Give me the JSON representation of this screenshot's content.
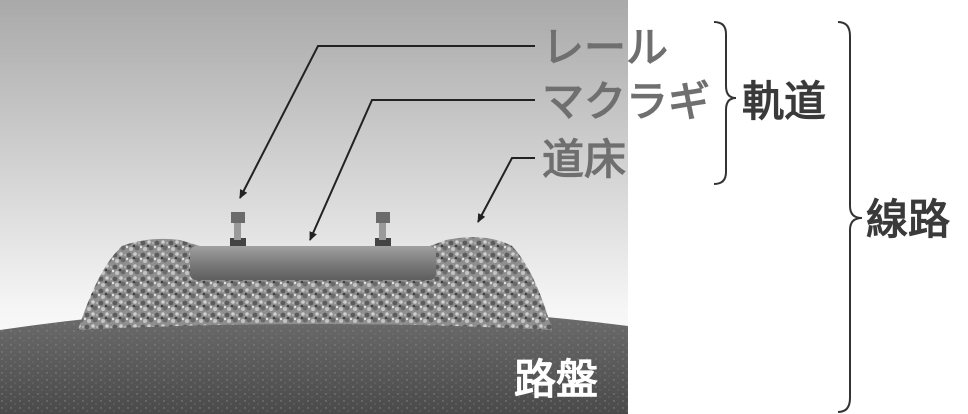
{
  "labels": {
    "rail": "レール",
    "sleeper": "マクラギ",
    "ballast": "道床",
    "track": "軌道",
    "railway_line": "線路",
    "roadbed": "路盤"
  },
  "colors": {
    "sky_top": "#a9a9a9",
    "sky_bottom": "#ffffff",
    "ground": "#555555",
    "sleeper": "#7e7e7e",
    "label_text": "#6f6f6f",
    "roadbed_text": "#ffffff",
    "bracket": "#333333"
  }
}
